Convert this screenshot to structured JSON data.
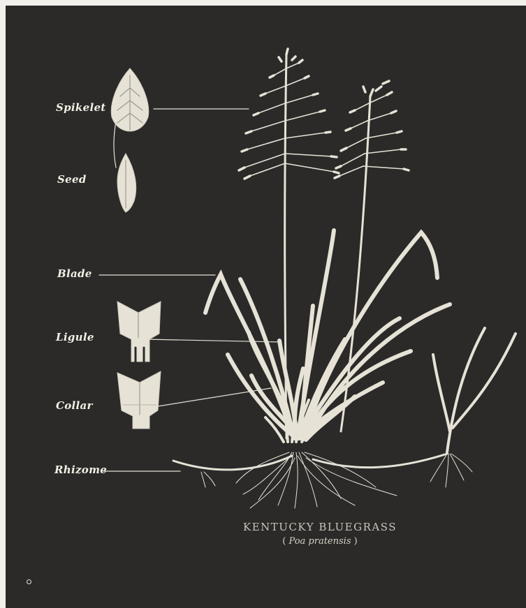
{
  "labels": {
    "spikelet": "Spikelet",
    "seed": "Seed",
    "blade": "Blade",
    "ligule": "Ligule",
    "collar": "Collar",
    "rhizome": "Rhizome"
  },
  "title": {
    "common_name": "KENTUCKY BLUEGRASS",
    "scientific_name": "Poa pratensis"
  },
  "colors": {
    "background": "#2b2a29",
    "ink": "#f3efe4",
    "plant": "#e6e2d6"
  }
}
